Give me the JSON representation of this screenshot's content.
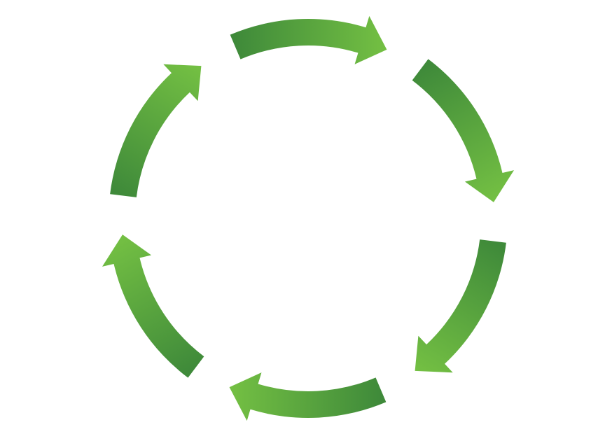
{
  "diagram": {
    "type": "cycle",
    "segment_count": 6,
    "direction": "clockwise",
    "segments": [
      {
        "icon": "curved-arrow-icon"
      },
      {
        "icon": "curved-arrow-icon"
      },
      {
        "icon": "curved-arrow-icon"
      },
      {
        "icon": "curved-arrow-icon"
      },
      {
        "icon": "curved-arrow-icon"
      },
      {
        "icon": "curved-arrow-icon"
      }
    ],
    "colors": {
      "dark_green": "#3f8a3a",
      "light_green": "#74c043",
      "background": "#ffffff"
    }
  }
}
